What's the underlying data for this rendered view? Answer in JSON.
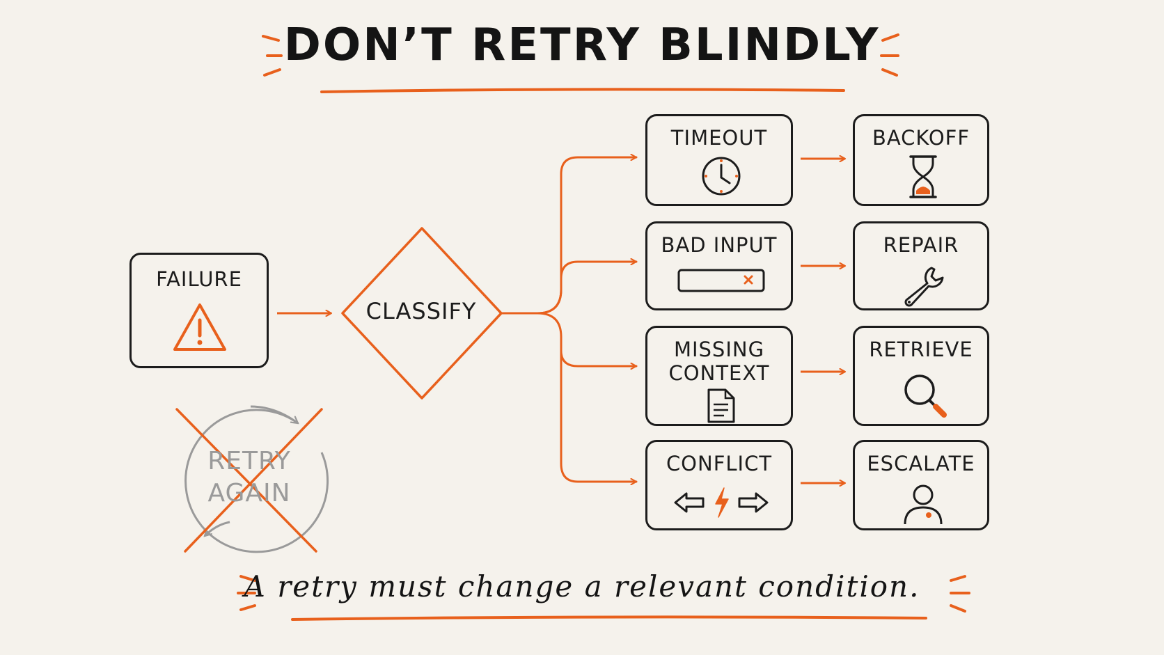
{
  "title": "DON’T RETRY BLINDLY",
  "failure": {
    "label": "FAILURE",
    "icon": "warning-triangle-icon"
  },
  "classify": {
    "label": "CLASSIFY"
  },
  "crossed_out": {
    "label": "RETRY\nAGAIN",
    "icon": "cycle-arrows-icon"
  },
  "categories": [
    {
      "label": "TIMEOUT",
      "icon": "clock-icon",
      "action": {
        "label": "BACKOFF",
        "icon": "hourglass-icon"
      }
    },
    {
      "label": "BAD INPUT",
      "icon": "invalid-input-field-icon",
      "action": {
        "label": "REPAIR",
        "icon": "wrench-icon"
      }
    },
    {
      "label": "MISSING\nCONTEXT",
      "icon": "document-icon",
      "action": {
        "label": "RETRIEVE",
        "icon": "magnifier-icon"
      }
    },
    {
      "label": "CONFLICT",
      "icon": "conflict-arrows-icon",
      "action": {
        "label": "ESCALATE",
        "icon": "person-icon"
      }
    }
  ],
  "footer": "A retry must change a relevant condition.",
  "colors": {
    "accent": "#e8601c",
    "ink": "#1c1c1c",
    "muted": "#9a9a9a",
    "paper": "#f5f2ec"
  }
}
